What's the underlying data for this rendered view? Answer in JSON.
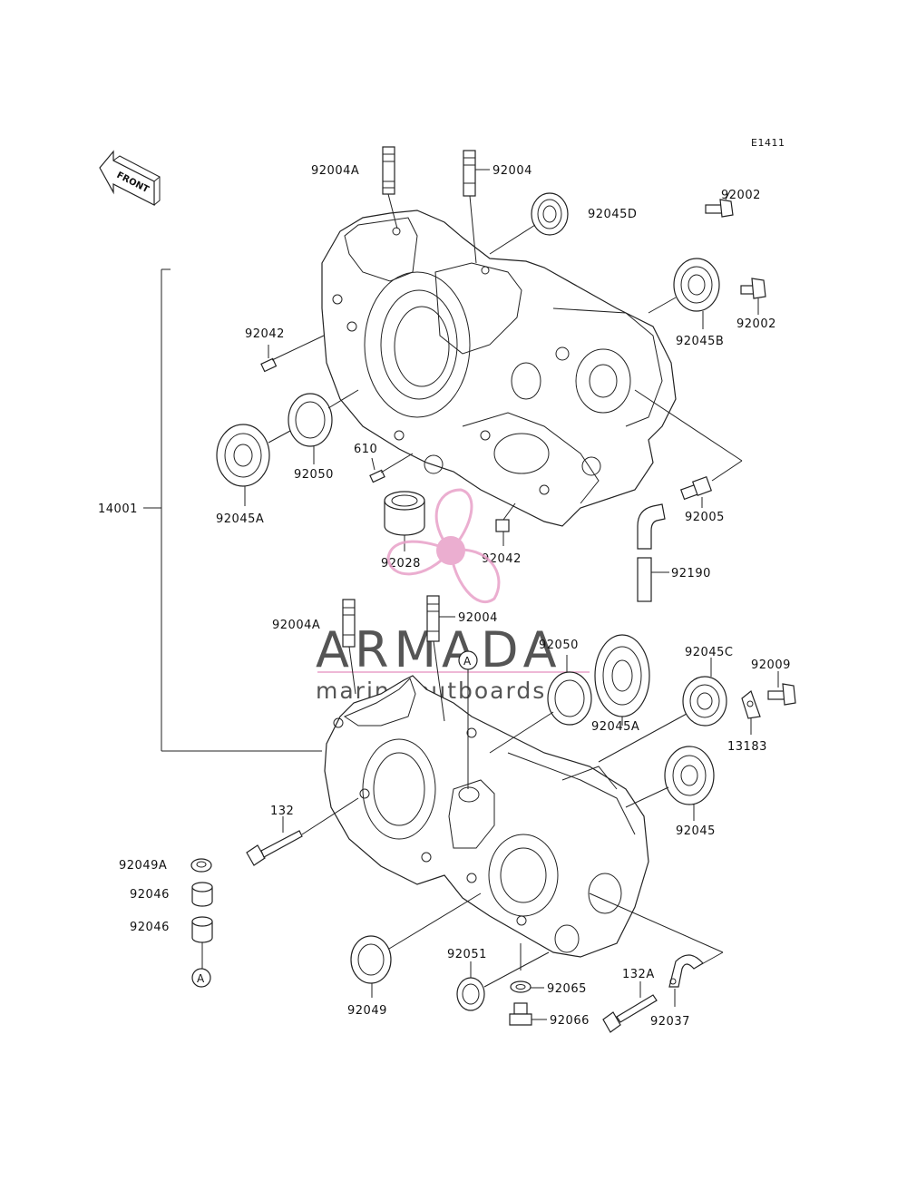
{
  "diagram_code": "E1411",
  "front_label": "FRONT",
  "labels": {
    "p92004A_top": "92004A",
    "p92004_top": "92004",
    "p92045D": "92045D",
    "p92002_top": "92002",
    "p92002_mid": "92002",
    "p92045B": "92045B",
    "p92042_top": "92042",
    "p14001": "14001",
    "p92050_top": "92050",
    "p610": "610",
    "p92045A_top": "92045A",
    "p92005": "92005",
    "p92028": "92028",
    "p92042_mid": "92042",
    "p92190": "92190",
    "p92004A_bot": "92004A",
    "p92004_bot": "92004",
    "p92050_bot": "92050",
    "p92045C": "92045C",
    "p92009": "92009",
    "p92045A_bot": "92045A",
    "p13183": "13183",
    "p132": "132",
    "p92045": "92045",
    "p92049A": "92049A",
    "p92046_a": "92046",
    "p92046_b": "92046",
    "p92051": "92051",
    "p92065": "92065",
    "p132A": "132A",
    "p92049": "92049",
    "p92066": "92066",
    "p92037": "92037"
  },
  "ref_markers": {
    "upper": "A",
    "lower": "A"
  },
  "watermark": {
    "brand": "ARMADA",
    "tagline": "marine outboards",
    "accent_color": "#e8a0c8"
  }
}
